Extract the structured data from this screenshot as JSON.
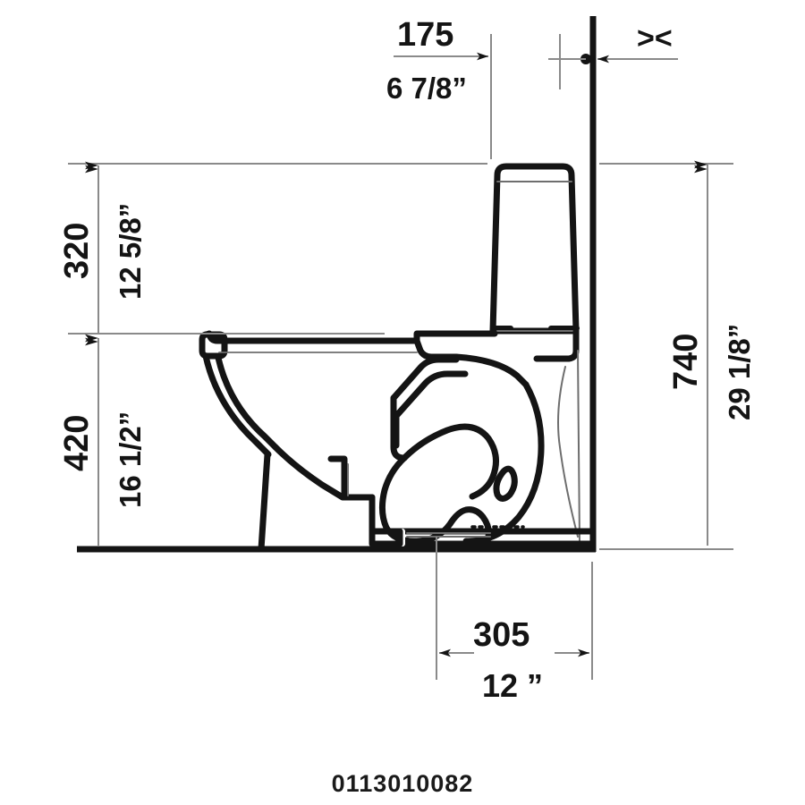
{
  "document": {
    "type": "technical-drawing",
    "subject": "two-piece close-coupled toilet, side elevation",
    "part_number": "0113010082",
    "background_color": "#ffffff",
    "line_color": "#141414"
  },
  "dimensions": {
    "tank_offset_from_wall": {
      "metric": "175",
      "imperial": "6 7/8”",
      "position": "top",
      "orientation": "horizontal"
    },
    "wall_clearance_marker": {
      "symbol": "><",
      "position": "top-right",
      "orientation": "horizontal"
    },
    "tank_height_above_seat": {
      "metric": "320",
      "imperial": "12 5/8”",
      "position": "left-upper",
      "orientation": "vertical"
    },
    "seat_height": {
      "metric": "420",
      "imperial": "16 1/2”",
      "position": "left-lower",
      "orientation": "vertical"
    },
    "overall_height": {
      "metric": "740",
      "imperial": "29 1/8”",
      "position": "right",
      "orientation": "vertical"
    },
    "rough_in": {
      "metric": "305",
      "imperial": "12 ”",
      "position": "bottom",
      "orientation": "horizontal"
    }
  },
  "labels": {
    "dim_175_metric": "175",
    "dim_175_imperial": "6 7/8”",
    "dim_x_symbol": "><",
    "dim_320_metric": "320",
    "dim_320_imperial": "12 5/8”",
    "dim_420_metric": "420",
    "dim_420_imperial": "16 1/2”",
    "dim_740_metric": "740",
    "dim_740_imperial": "29 1/8”",
    "dim_305_metric": "305",
    "dim_305_imperial": "12 ”",
    "part_number": "0113010082"
  }
}
